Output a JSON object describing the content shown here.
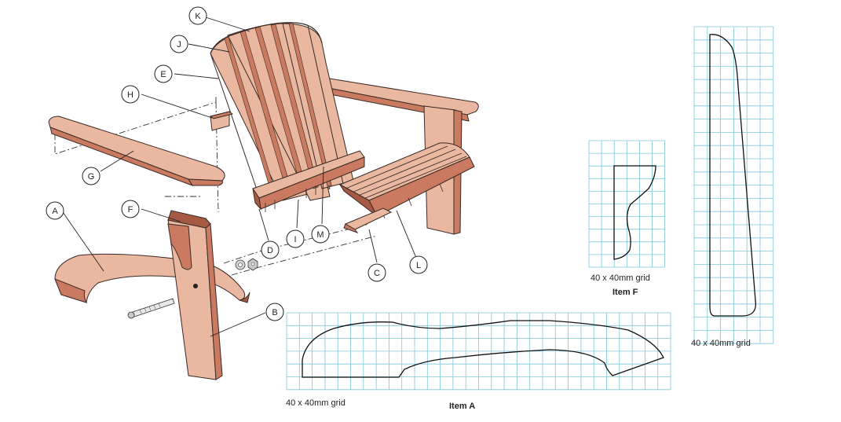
{
  "colors": {
    "wood_fill": "#eab8a0",
    "wood_side": "#c97a60",
    "wood_dark": "#a65a44",
    "outline": "#3a2a25",
    "grid": "#7fc7d9",
    "pattern_line": "#111111"
  },
  "callouts": [
    {
      "id": "K",
      "label": "K"
    },
    {
      "id": "J",
      "label": "J"
    },
    {
      "id": "E",
      "label": "E"
    },
    {
      "id": "H",
      "label": "H"
    },
    {
      "id": "G",
      "label": "G"
    },
    {
      "id": "A",
      "label": "A"
    },
    {
      "id": "F",
      "label": "F"
    },
    {
      "id": "D",
      "label": "D"
    },
    {
      "id": "I",
      "label": "I"
    },
    {
      "id": "M",
      "label": "M"
    },
    {
      "id": "C",
      "label": "C"
    },
    {
      "id": "L",
      "label": "L"
    },
    {
      "id": "B",
      "label": "B"
    }
  ],
  "patterns": {
    "item_a": {
      "grid_caption": "40 x 40mm grid",
      "item_caption": "Item A"
    },
    "item_f": {
      "grid_caption": "40 x 40mm grid",
      "item_caption": "Item F"
    },
    "tall": {
      "grid_caption": "40 x 40mm grid"
    }
  }
}
